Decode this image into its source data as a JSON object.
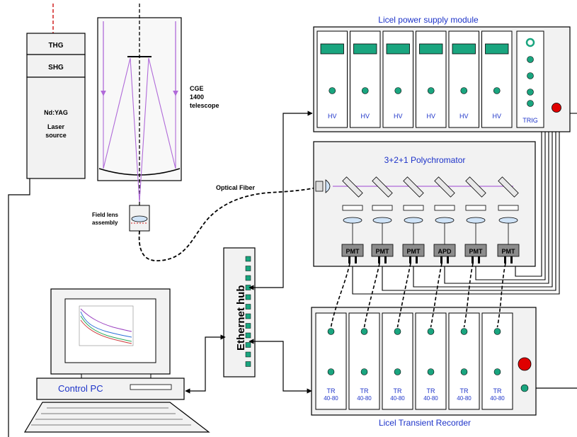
{
  "colors": {
    "module_fill": "#f2f2f2",
    "slot_fill": "#ffffff",
    "display_green": "#1aa57f",
    "led_green": "#1aa57f",
    "blue_text": "#1d33c9",
    "laser_violet": "#b06ad9",
    "laser_red": "#d02020",
    "pmt_gray": "#8c8c8c",
    "red_button": "#e00000",
    "lens_blue": "#cfe3f7"
  },
  "laser": {
    "thg_label": "THG",
    "shg_label": "SHG",
    "source_line1": "Nd:YAG",
    "source_line2": "Laser",
    "source_line3": "source"
  },
  "telescope": {
    "line1": "CGE",
    "line2": "1400",
    "line3": "telescope",
    "field_lens_line1": "Field lens",
    "field_lens_line2": "assembly"
  },
  "fiber_label": "Optical Fiber",
  "power_supply": {
    "title": "Licel power supply module",
    "channels": [
      "HV",
      "HV",
      "HV",
      "HV",
      "HV",
      "HV"
    ],
    "trigger_label": "TRIG"
  },
  "polychromator": {
    "title": "3+2+1 Polychromator",
    "detectors": [
      "PMT",
      "PMT",
      "PMT",
      "APD",
      "PMT",
      "PMT"
    ]
  },
  "hub": {
    "label": "Ethernet hub"
  },
  "pc": {
    "label": "Control PC"
  },
  "recorder": {
    "title": "Licel Transient Recorder",
    "channels": [
      {
        "line1": "TR",
        "line2": "40-80"
      },
      {
        "line1": "TR",
        "line2": "40-80"
      },
      {
        "line1": "TR",
        "line2": "40-80"
      },
      {
        "line1": "TR",
        "line2": "40-80"
      },
      {
        "line1": "TR",
        "line2": "40-80"
      },
      {
        "line1": "TR",
        "line2": "40-80"
      }
    ]
  }
}
